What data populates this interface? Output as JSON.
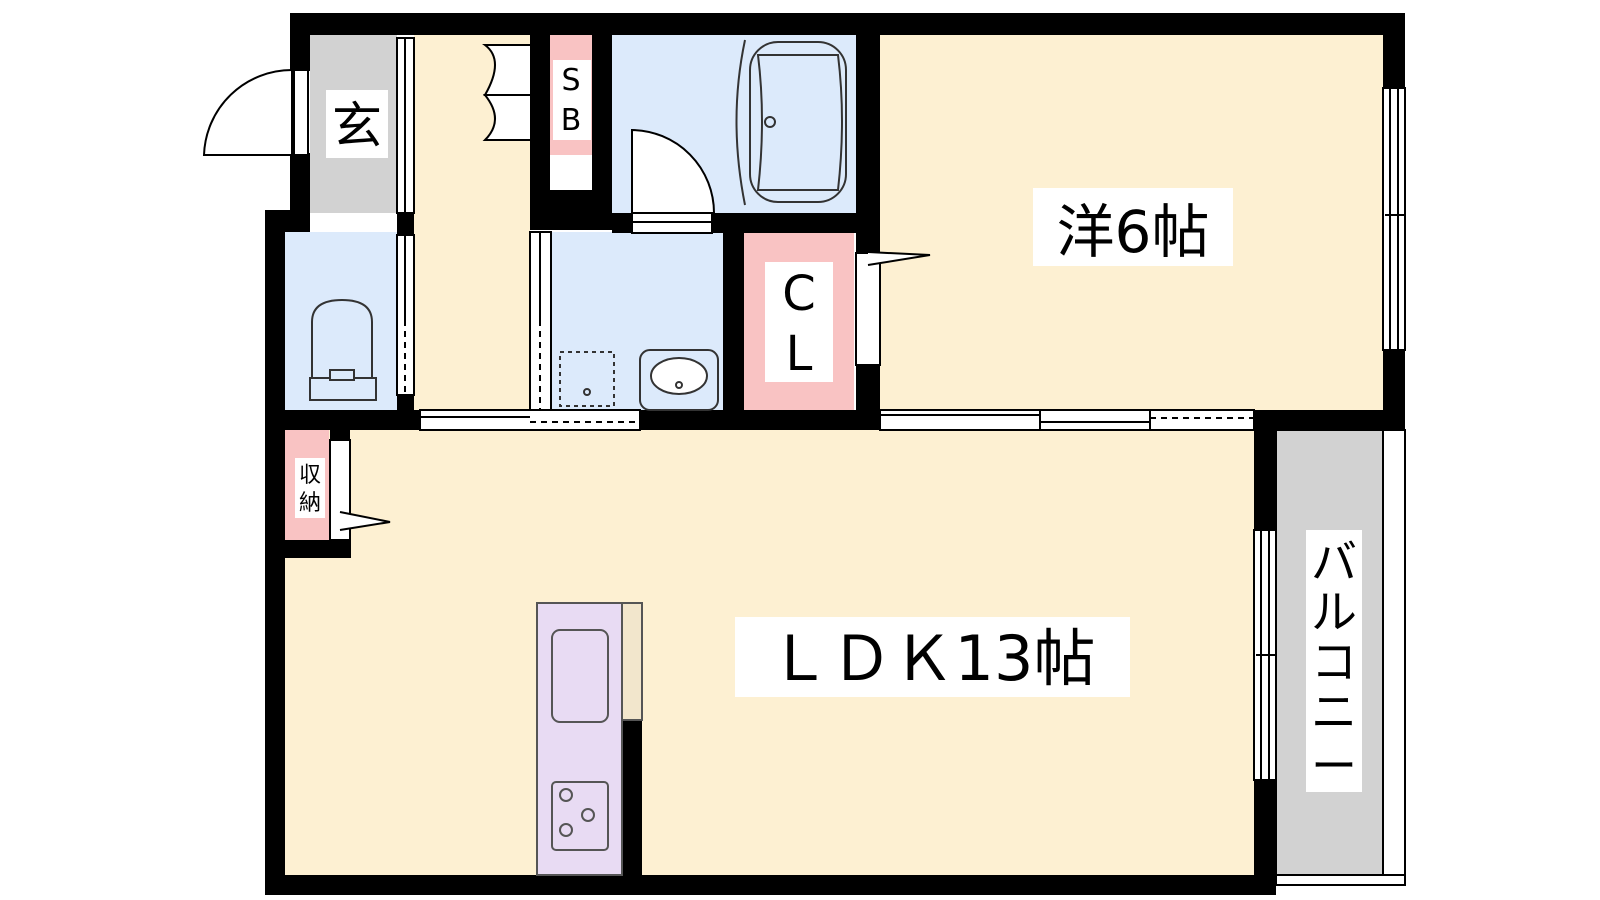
{
  "floor_plan": {
    "rooms": {
      "entrance": {
        "label": "玄"
      },
      "shoe_box": {
        "label_top": "S",
        "label_bottom": "B"
      },
      "western_room": {
        "label": "洋6帖"
      },
      "closet": {
        "label_top": "C",
        "label_bottom": "L"
      },
      "storage": {
        "label_top": "収",
        "label_bottom": "納"
      },
      "ldk": {
        "label": "ＬＤＫ13帖"
      },
      "balcony": {
        "chars": [
          "バ",
          "ル",
          "コ",
          "ニ",
          "ー"
        ]
      }
    },
    "colors": {
      "wall": "#000000",
      "living": "#fdf0d2",
      "wet_area": "#dceafb",
      "storage": "#f9c3c3",
      "gray_area": "#d2d2d2",
      "kitchen": "#e8dbf3",
      "counter": "#f2e6cc"
    }
  }
}
